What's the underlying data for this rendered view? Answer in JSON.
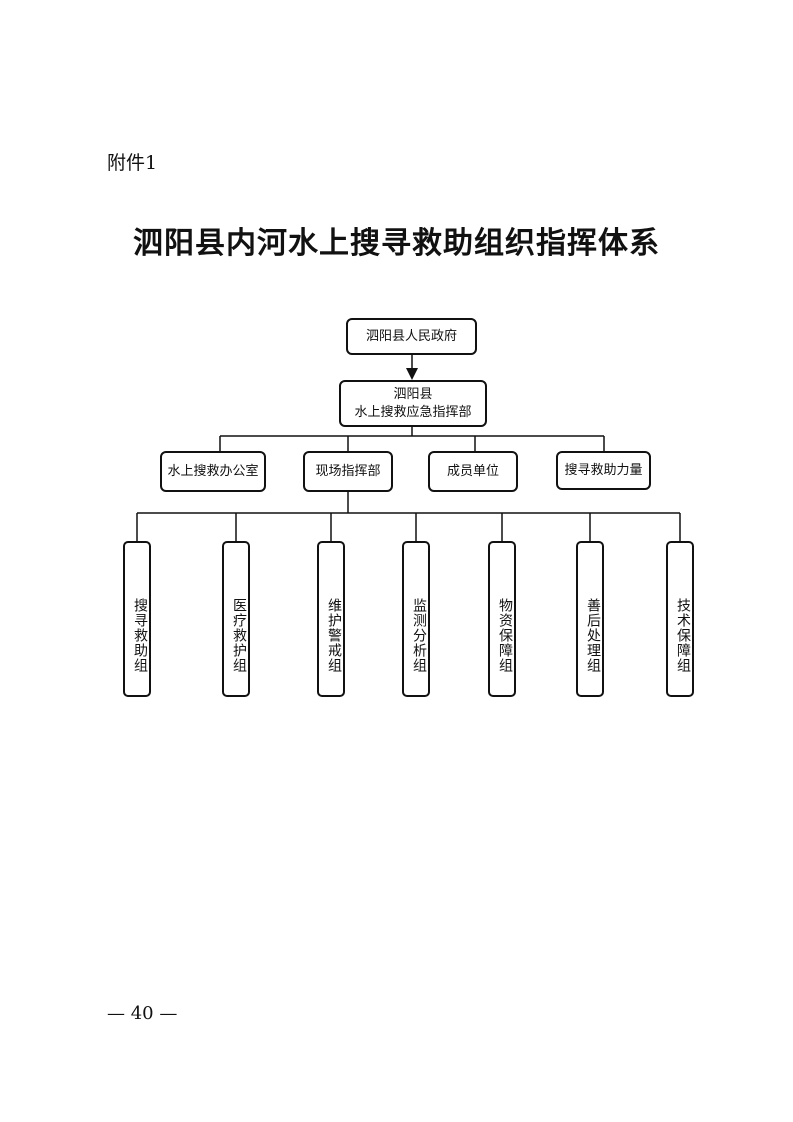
{
  "annex_label": "附件1",
  "title": "泗阳县内河水上搜寻救助组织指挥体系",
  "org_chart": {
    "root": "泗阳县人民政府",
    "command": {
      "line1": "泗阳县",
      "line2": "水上搜救应急指挥部"
    },
    "level2": [
      "水上搜救办公室",
      "现场指挥部",
      "成员单位",
      "搜寻救助力量"
    ],
    "groups": [
      "搜寻救助组",
      "医疗救护组",
      "维护警戒组",
      "监测分析组",
      "物资保障组",
      "善后处理组",
      "技术保障组"
    ]
  },
  "page_number": "— 40 —"
}
